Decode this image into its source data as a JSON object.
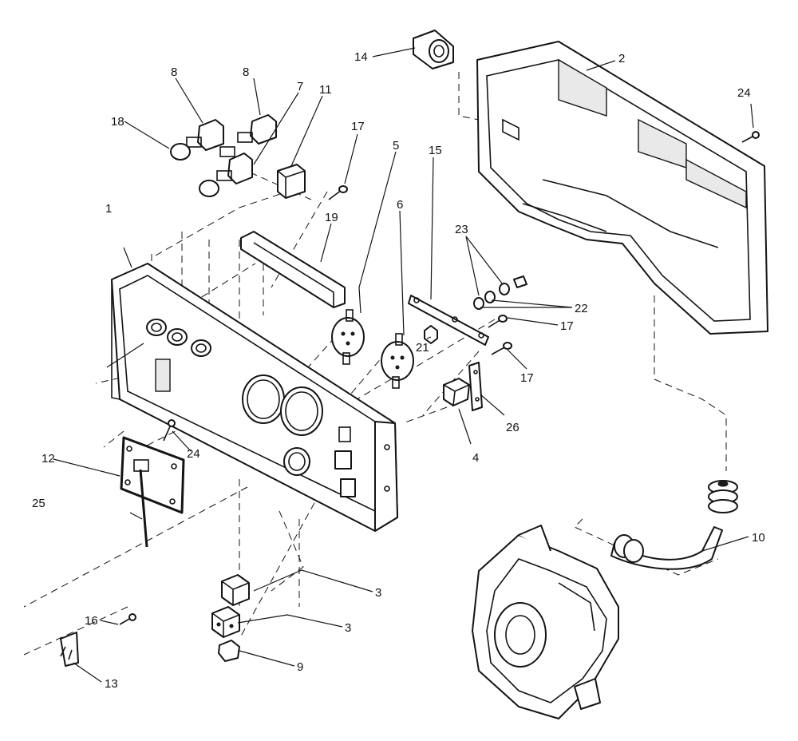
{
  "diagram": {
    "labels": [
      "1",
      "2",
      "3",
      "3",
      "4",
      "5",
      "6",
      "7",
      "8",
      "8",
      "9",
      "10",
      "11",
      "12",
      "13",
      "14",
      "15",
      "16",
      "17",
      "17",
      "17",
      "18",
      "19",
      "21",
      "22",
      "23",
      "24",
      "24",
      "25",
      "26"
    ]
  }
}
